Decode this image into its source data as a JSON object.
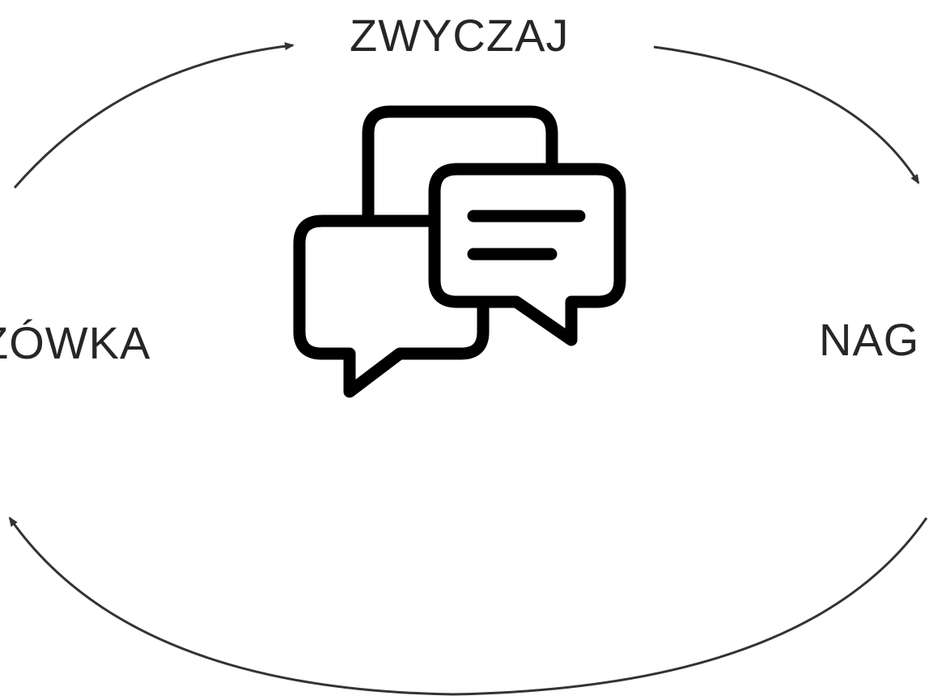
{
  "diagram": {
    "labels": {
      "top": "ZWYCZAJ",
      "left": "ZÓWKA",
      "right": "NAG"
    },
    "center_icon": "chat-bubbles-icon",
    "colors": {
      "background": "#ffffff",
      "text": "#262626",
      "arrow": "#333333",
      "icon": "#000000"
    }
  }
}
